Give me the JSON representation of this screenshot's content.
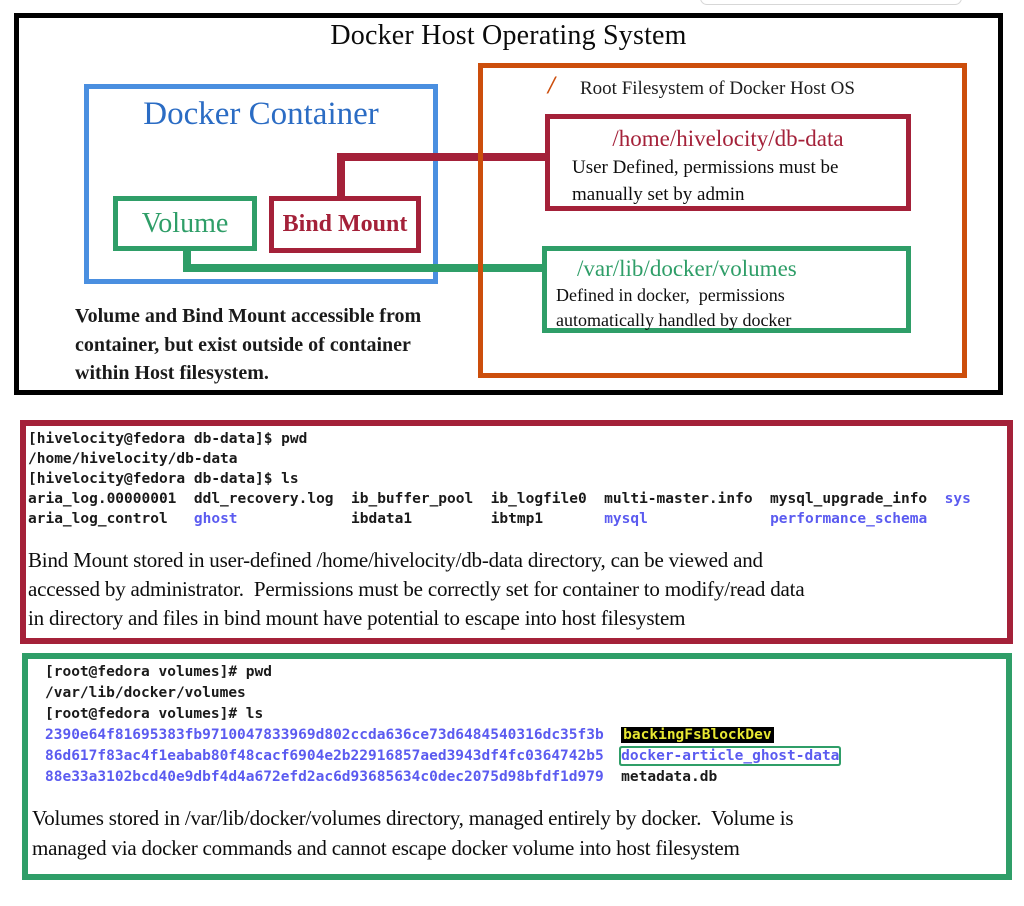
{
  "colors": {
    "black": "#000000",
    "blue_border": "#4a8fe0",
    "blue_text": "#2b6cc4",
    "green": "#2f9e68",
    "crimson": "#a42139",
    "orange": "#cc4e0c",
    "terminal_blue": "#5b5bf0",
    "highlight_yellow": "#e8e832"
  },
  "host_diagram": {
    "title": "Docker Host Operating System",
    "container": {
      "label": "Docker Container",
      "volume_label": "Volume",
      "bind_mount_label": "Bind Mount"
    },
    "root_fs": {
      "slash": "/",
      "label": "Root Filesystem of Docker Host OS",
      "bind_box": {
        "title": "/home/hivelocity/db-data",
        "desc": "User Defined, permissions must be\nmanually set by admin"
      },
      "volume_box": {
        "title": "/var/lib/docker/volumes",
        "desc": "Defined in docker,  permissions\nautomatically handled by docker"
      }
    },
    "caption": "Volume and Bind Mount accessible from\ncontainer, but exist outside of container\nwithin Host filesystem."
  },
  "bind_mount_panel": {
    "terminal_lines": [
      [
        {
          "t": "[hivelocity@fedora db-data]$ pwd",
          "s": "plain"
        }
      ],
      [
        {
          "t": "/home/hivelocity/db-data",
          "s": "plain"
        }
      ],
      [
        {
          "t": "[hivelocity@fedora db-data]$ ls",
          "s": "plain"
        }
      ],
      [
        {
          "t": "aria_log.00000001  ddl_recovery.log  ib_buffer_pool  ib_logfile0  multi-master.info  mysql_upgrade_info  ",
          "s": "plain"
        },
        {
          "t": "sys",
          "s": "dir"
        }
      ],
      [
        {
          "t": "aria_log_control   ",
          "s": "plain"
        },
        {
          "t": "ghost",
          "s": "dir"
        },
        {
          "t": "             ibdata1         ibtmp1       ",
          "s": "plain"
        },
        {
          "t": "mysql",
          "s": "dir"
        },
        {
          "t": "              ",
          "s": "plain"
        },
        {
          "t": "performance_schema",
          "s": "dir"
        }
      ]
    ],
    "caption": "Bind Mount stored in user-defined /home/hivelocity/db-data directory, can be viewed and\naccessed by administrator.  Permissions must be correctly set for container to modify/read data\nin directory and files in bind mount have potential to escape into host filesystem"
  },
  "volumes_panel": {
    "terminal_lines": [
      [
        {
          "t": "[root@fedora volumes]# pwd",
          "s": "plain"
        }
      ],
      [
        {
          "t": "/var/lib/docker/volumes",
          "s": "plain"
        }
      ],
      [
        {
          "t": "[root@fedora volumes]# ls",
          "s": "plain"
        }
      ],
      [
        {
          "t": "2390e64f81695383fb9710047833969d802ccda636ce73d6484540316dc35f3b",
          "s": "dir"
        },
        {
          "t": "  ",
          "s": "plain"
        },
        {
          "t": "backingFsBlockDev",
          "s": "hl"
        }
      ],
      [
        {
          "t": "86d617f83ac4f1eabab80f48cacf6904e2b22916857aed3943df4fc0364742b5",
          "s": "dir"
        },
        {
          "t": "  ",
          "s": "plain"
        },
        {
          "t": "docker-article_ghost-data",
          "s": "dirbox"
        }
      ],
      [
        {
          "t": "88e33a3102bcd40e9dbf4d4a672efd2ac6d93685634c0dec2075d98bfdf1d979",
          "s": "dir"
        },
        {
          "t": "  ",
          "s": "plain"
        },
        {
          "t": "metadata.db",
          "s": "plain"
        }
      ]
    ],
    "caption": "Volumes stored in /var/lib/docker/volumes directory, managed entirely by docker.  Volume is\nmanaged via docker commands and cannot escape docker volume into host filesystem"
  }
}
